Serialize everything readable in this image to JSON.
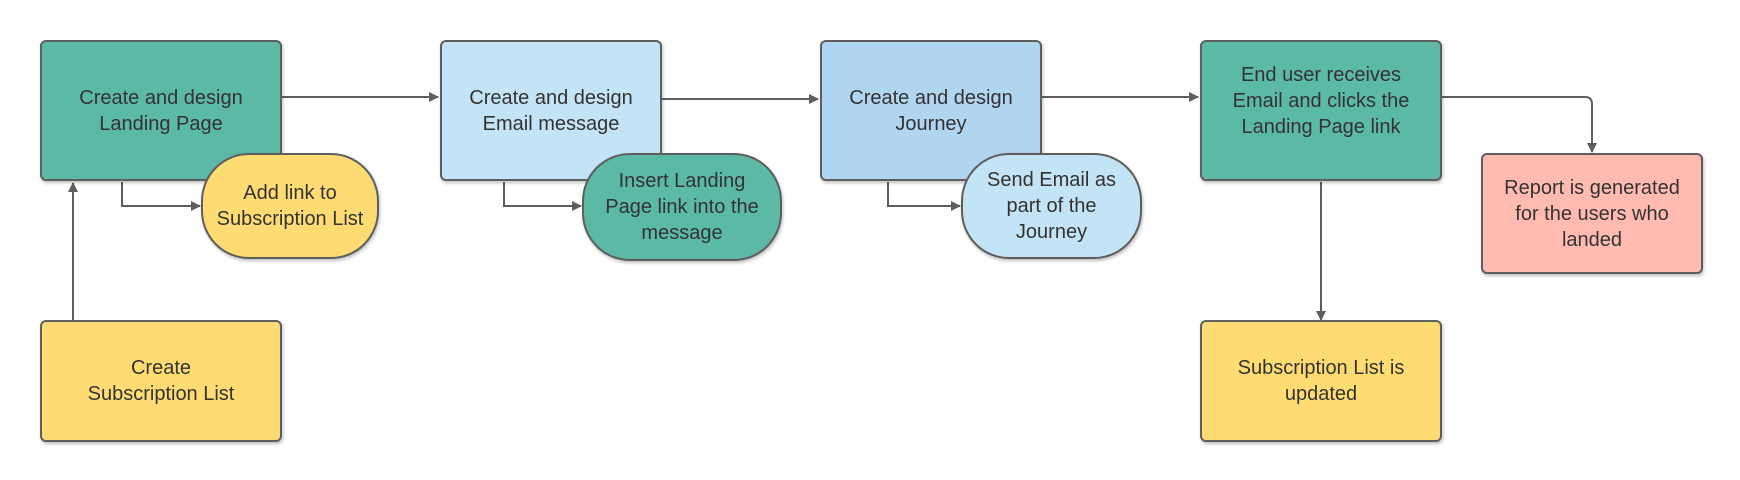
{
  "colors": {
    "teal": "#5bb9a5",
    "light_blue": "#c3e4f6",
    "blue": "#b0d5f0",
    "yellow": "#ffdc73",
    "salmon": "#ffbbb0",
    "border": "#5e5e5e",
    "arrow": "#5e5e5e"
  },
  "nodes": {
    "create_landing_page": "Create and design\nLanding Page",
    "add_link_subscription": "Add link to\nSubscription List",
    "create_subscription_list": "Create\nSubscription List",
    "create_email_message": "Create and design\nEmail message",
    "insert_landing_link": "Insert Landing\nPage link into the\nmessage",
    "create_journey": "Create and design\nJourney",
    "send_email_journey": "Send Email as\npart of the\nJourney",
    "end_user_receives": "End user receives\nEmail and clicks the\nLanding Page link",
    "subscription_updated": "Subscription List is\nupdated",
    "report_generated": "Report is generated\nfor the users who\nlanded"
  }
}
